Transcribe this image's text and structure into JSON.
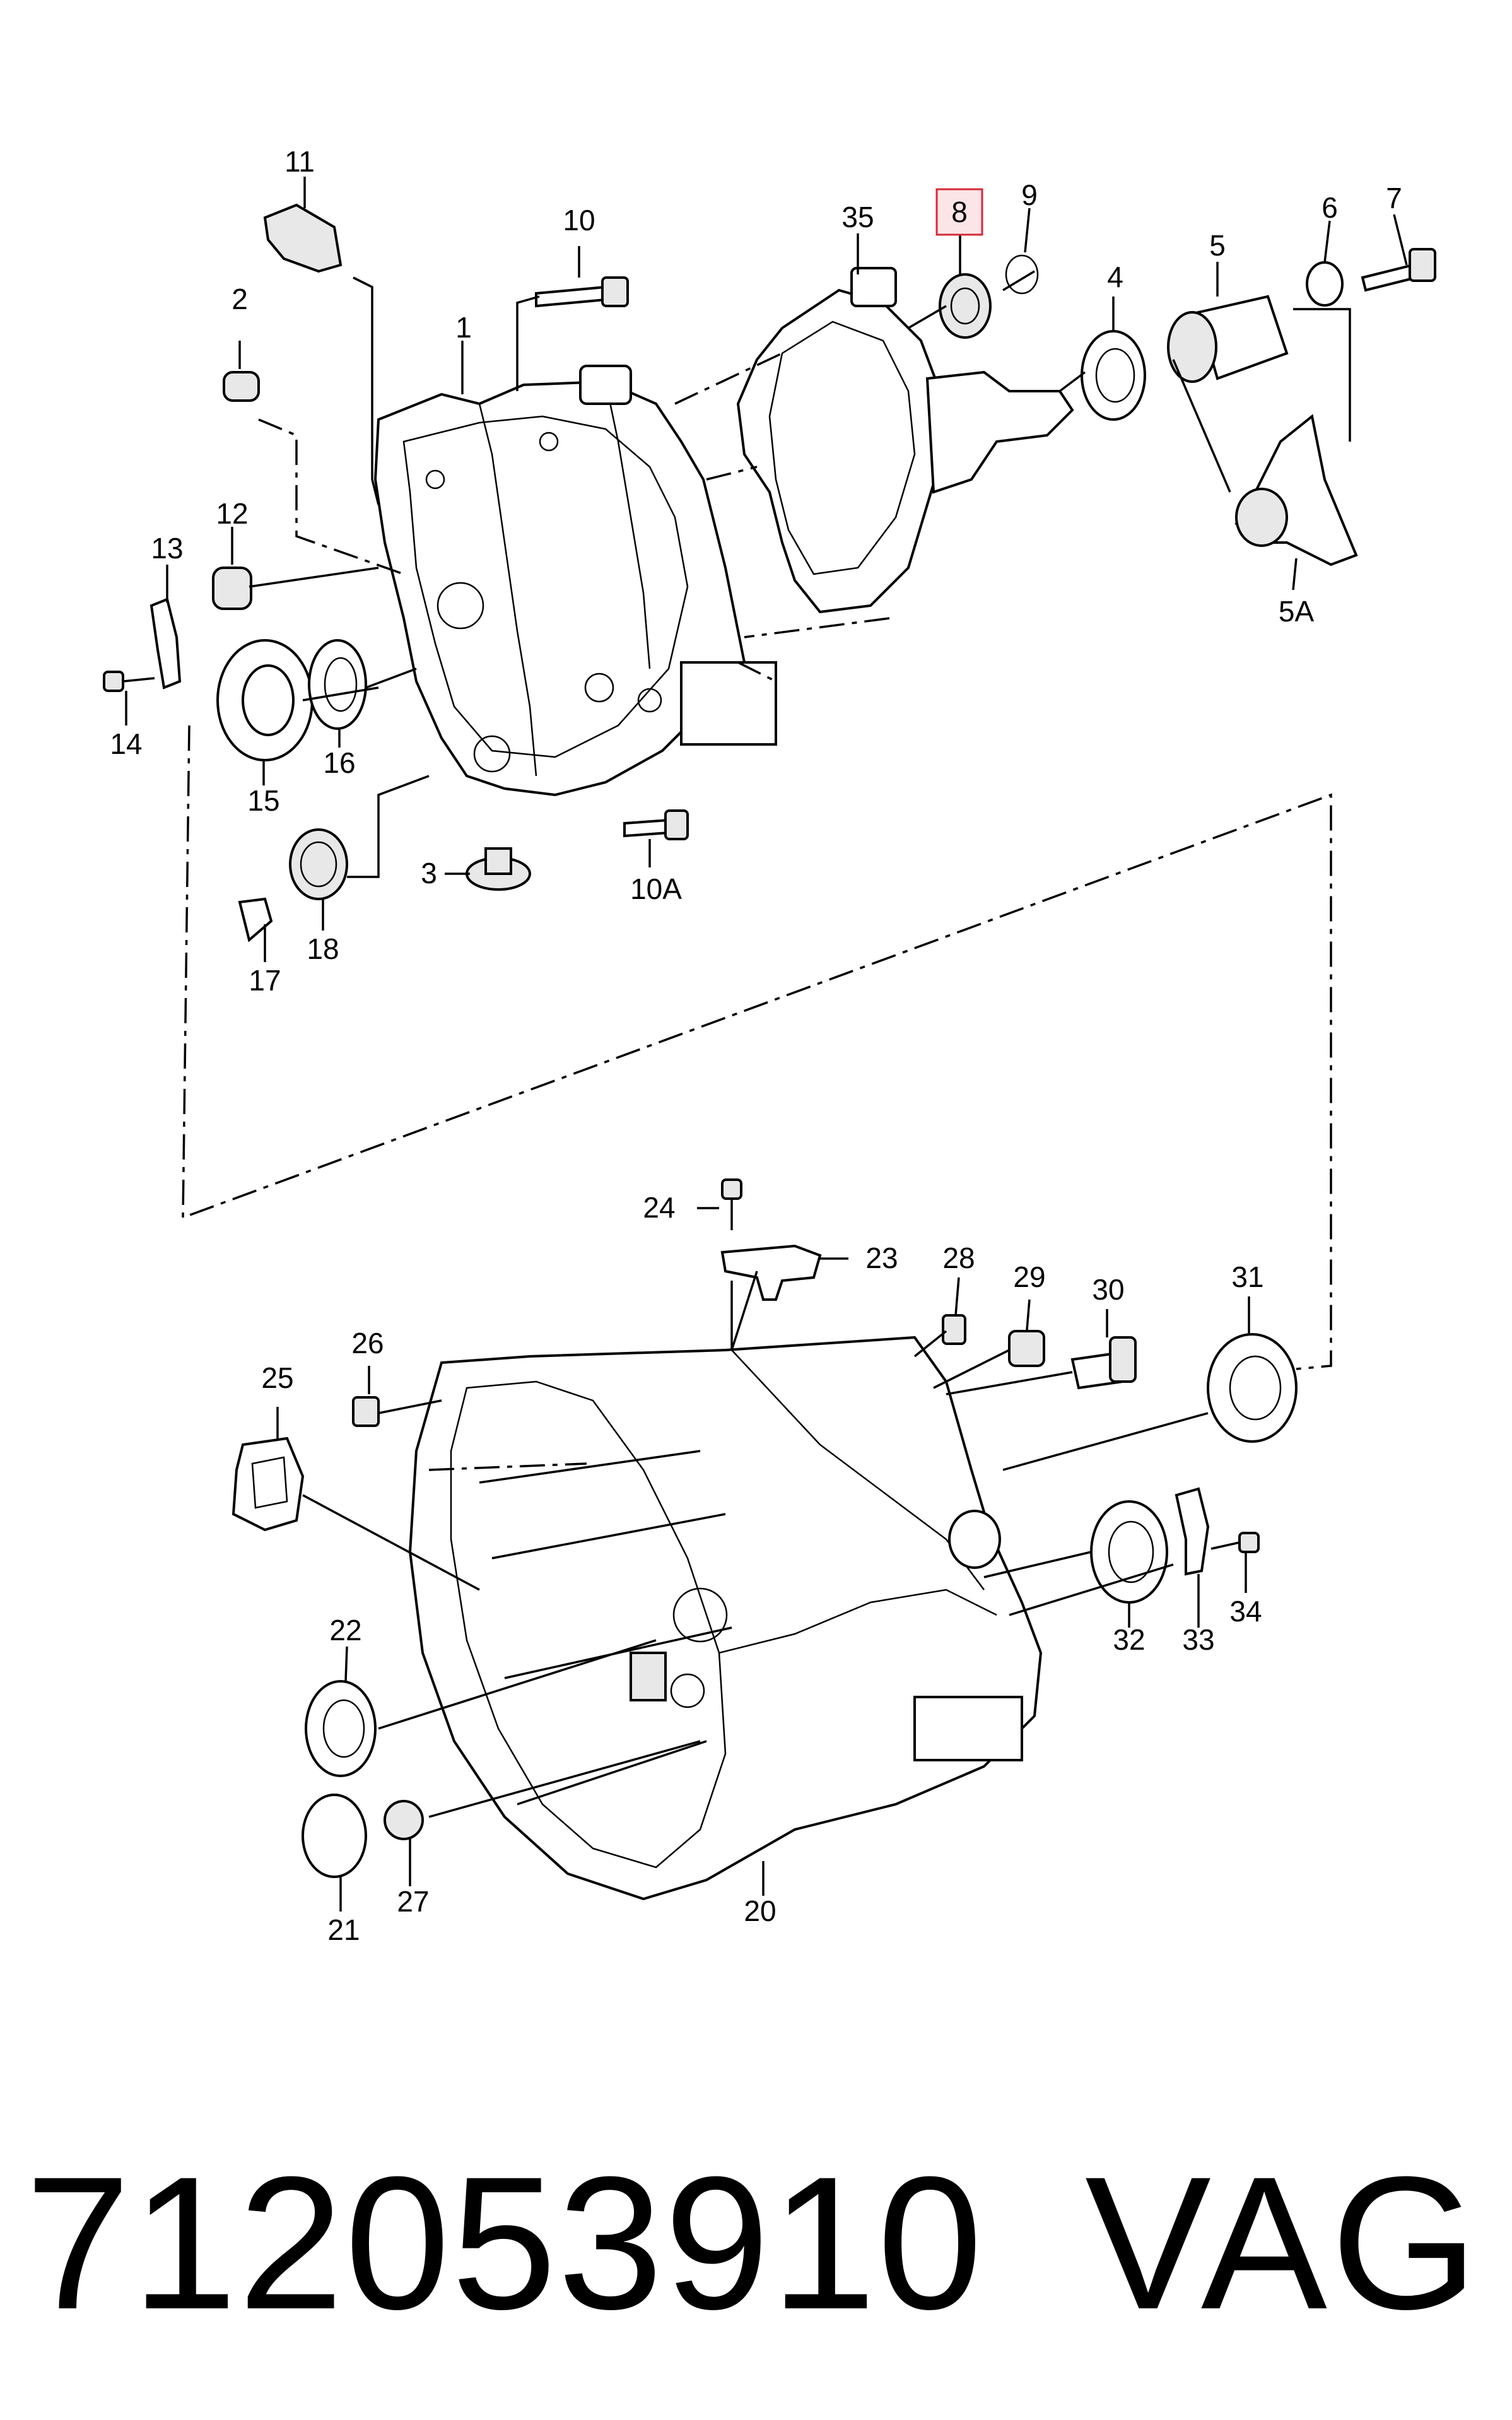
{
  "callouts": [
    "1",
    "2",
    "3",
    "4",
    "5",
    "5A",
    "6",
    "7",
    "8",
    "9",
    "10",
    "10A",
    "11",
    "12",
    "13",
    "14",
    "15",
    "16",
    "17",
    "18",
    "20",
    "21",
    "22",
    "23",
    "24",
    "25",
    "26",
    "27",
    "28",
    "29",
    "30",
    "31",
    "32",
    "33",
    "34",
    "35"
  ],
  "highlighted_callout": "8",
  "highlight_color": "#d62a3a",
  "footer": {
    "part_number": "712053910",
    "brand": "VAG"
  }
}
